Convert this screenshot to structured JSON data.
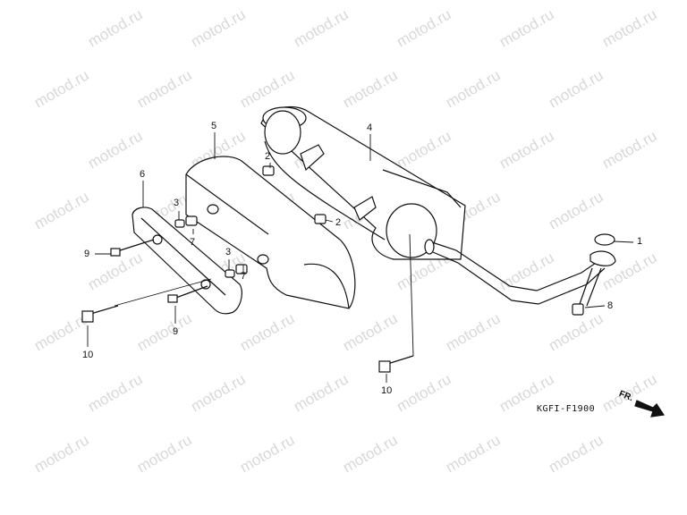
{
  "watermark_text": "motod.ru",
  "diagram_code": "KGFI-F1900",
  "front_arrow_label": "FR.",
  "callouts": {
    "n1": "1",
    "n2a": "2",
    "n2b": "2",
    "n3a": "3",
    "n3b": "3",
    "n4": "4",
    "n5": "5",
    "n6": "6",
    "n7a": "7",
    "n7b": "7",
    "n8": "8",
    "n9a": "9",
    "n9b": "9",
    "n10a": "10",
    "n10b": "10"
  },
  "colors": {
    "line": "#111111",
    "watermark": "#d8d8d8"
  }
}
